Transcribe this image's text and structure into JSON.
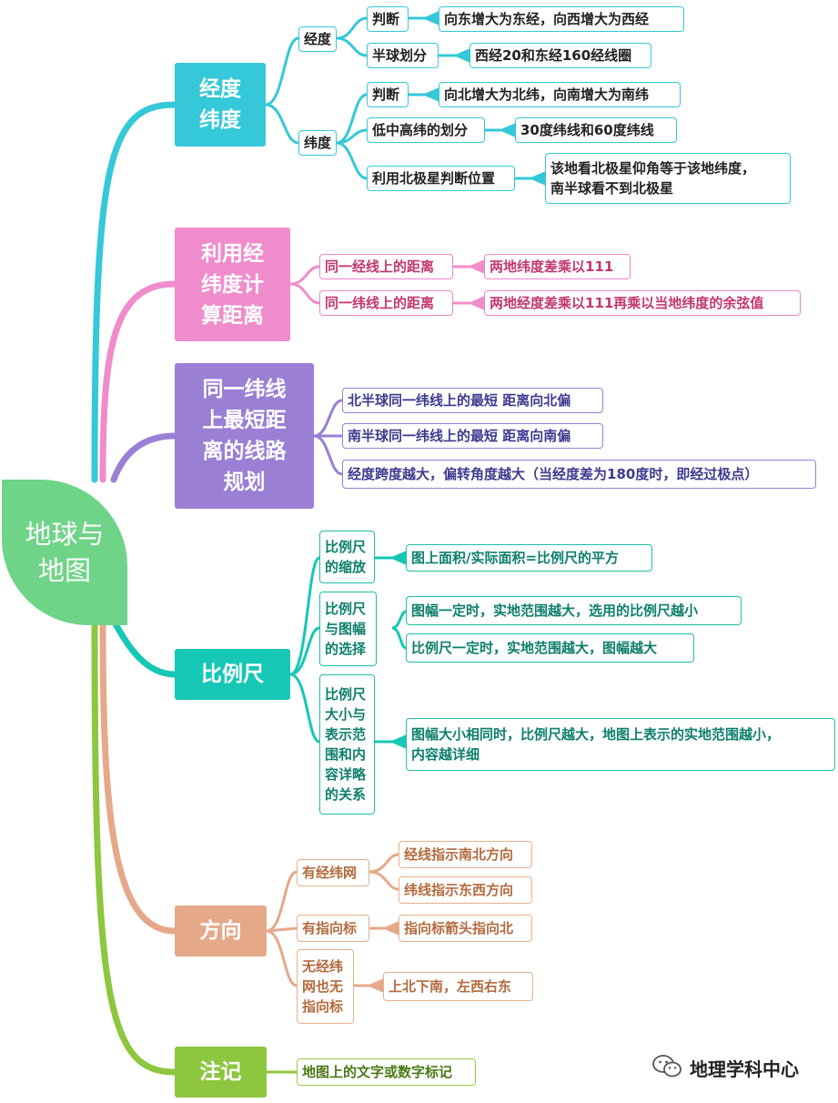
{
  "root": {
    "label": "地球与\n地图"
  },
  "colors": {
    "cyan": "#35c8d8",
    "pink": "#f08ccc",
    "purple": "#9b7fd4",
    "teal": "#16c7b5",
    "tan": "#e5a98a",
    "green": "#8dc63f",
    "root": "#6fd487"
  },
  "branches": {
    "jingwei": {
      "title": "经度\n纬度"
    },
    "distance": {
      "title": "利用经\n纬度计\n算距离"
    },
    "route": {
      "title": "同一纬线\n上最短距\n离的线路\n规划"
    },
    "scale": {
      "title": "比例尺"
    },
    "direction": {
      "title": "方向"
    },
    "notes": {
      "title": "注记"
    }
  },
  "nodes": {
    "jd": "经度",
    "jd_judge": "判断",
    "jd_judge_text": "向东增大为东经，向西增大为西经",
    "jd_half": "半球划分",
    "jd_half_text": "西经20和东经160经线圈",
    "wd": "纬度",
    "wd_judge": "判断",
    "wd_judge_text": "向北增大为北纬，向南增大为南纬",
    "wd_level": "低中高纬的划分",
    "wd_level_text": "30度纬线和60度纬线",
    "wd_polaris": "利用北极星判断位置",
    "wd_polaris_text": "该地看北极星仰角等于该地纬度，\n南半球看不到北极星",
    "dist_meridian": "同一经线上的距离",
    "dist_meridian_text": "两地纬度差乘以111",
    "dist_parallel": "同一纬线上的距离",
    "dist_parallel_text": "两地经度差乘以111再乘以当地纬度的余弦值",
    "route_north": "北半球同一纬线上的最短 距离向北偏",
    "route_south": "南半球同一纬线上的最短 距离向南偏",
    "route_angle": "经度跨度越大，偏转角度越大（当经度差为180度时，即经过极点）",
    "scale_zoom": "比例尺\n的缩放",
    "scale_zoom_text": "图上面积/实际面积=比例尺的平方",
    "scale_choice": "比例尺\n与图幅\n的选择",
    "scale_choice_text1": "图幅一定时，实地范围越大，选用的比例尺越小",
    "scale_choice_text2": "比例尺一定时，实地范围越大，图幅越大",
    "scale_relation": "比例尺\n大小与\n表示范\n围和内\n容详略\n的关系",
    "scale_relation_text": "图幅大小相同时，比例尺越大，地图上表示的实地范围越小，\n内容越详细",
    "dir_grid": "有经纬网",
    "dir_grid_text1": "经线指示南北方向",
    "dir_grid_text2": "纬线指示东西方向",
    "dir_arrow": "有指向标",
    "dir_arrow_text": "指向标箭头指向北",
    "dir_none": "无经纬\n网也无\n指向标",
    "dir_none_text": "上北下南，左西右东",
    "notes_text": "地图上的文字或数字标记"
  },
  "watermark": {
    "label": "地理学科中心",
    "icon": "wechat-icon"
  }
}
